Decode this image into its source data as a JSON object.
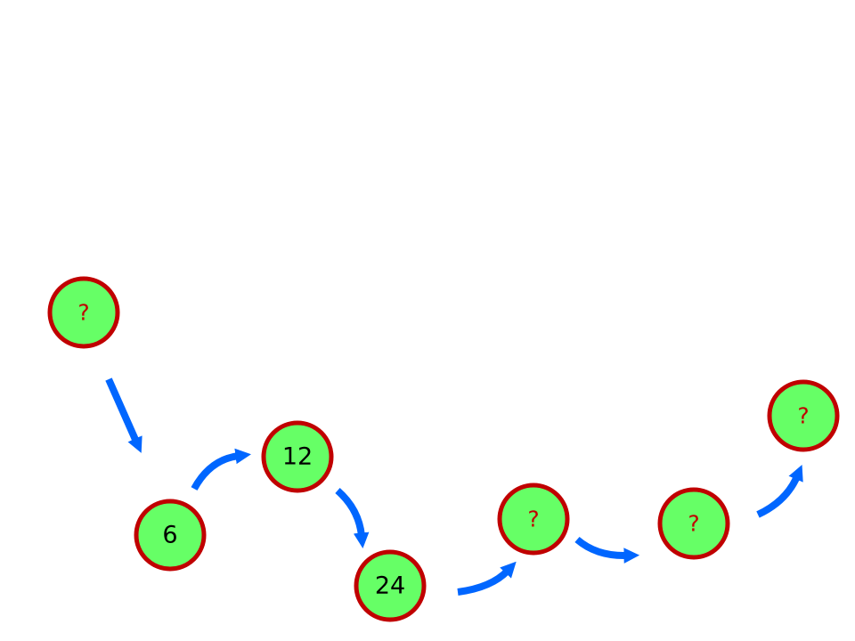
{
  "colors": {
    "node_fill": "#66ff66",
    "node_stroke": "#c00000",
    "known_text": "#000000",
    "unknown_text": "#c00000",
    "arrow": "#0066ff"
  },
  "nodes": [
    {
      "id": "n1",
      "label": "?",
      "known": false
    },
    {
      "id": "n2",
      "label": "6",
      "known": true
    },
    {
      "id": "n3",
      "label": "12",
      "known": true
    },
    {
      "id": "n4",
      "label": "24",
      "known": true
    },
    {
      "id": "n5",
      "label": "?",
      "known": false
    },
    {
      "id": "n6",
      "label": "?",
      "known": false
    },
    {
      "id": "n7",
      "label": "?",
      "known": false
    }
  ]
}
